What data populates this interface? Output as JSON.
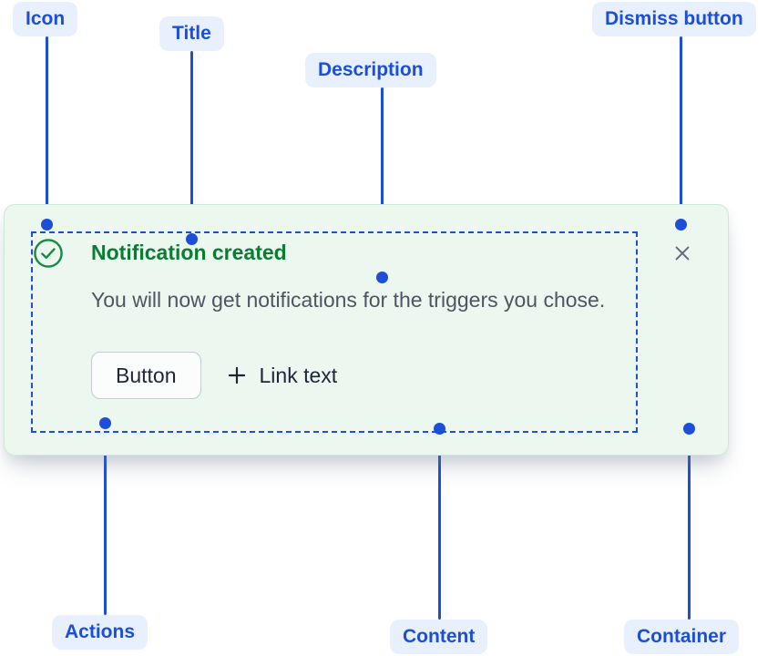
{
  "annotations": {
    "icon": "Icon",
    "title": "Title",
    "description": "Description",
    "dismiss_button": "Dismiss button",
    "actions": "Actions",
    "content": "Content",
    "container": "Container"
  },
  "notification": {
    "title": "Notification created",
    "description": "You will now get notifications for the triggers you chose.",
    "button_label": "Button",
    "link_label": "Link text",
    "icons": {
      "status": "check-circle-icon",
      "dismiss": "close-icon",
      "link_prefix": "plus-icon"
    }
  },
  "colors": {
    "annotation_blue": "#1d4ed8",
    "annotation_pill_bg": "#e8f0fe",
    "card_background": "#ebf7ef",
    "card_border": "#cfe8d8",
    "title_green": "#0d7c33",
    "icon_green": "#178a44",
    "description_gray": "#4d5660",
    "dismiss_gray": "#5f6b7a"
  }
}
